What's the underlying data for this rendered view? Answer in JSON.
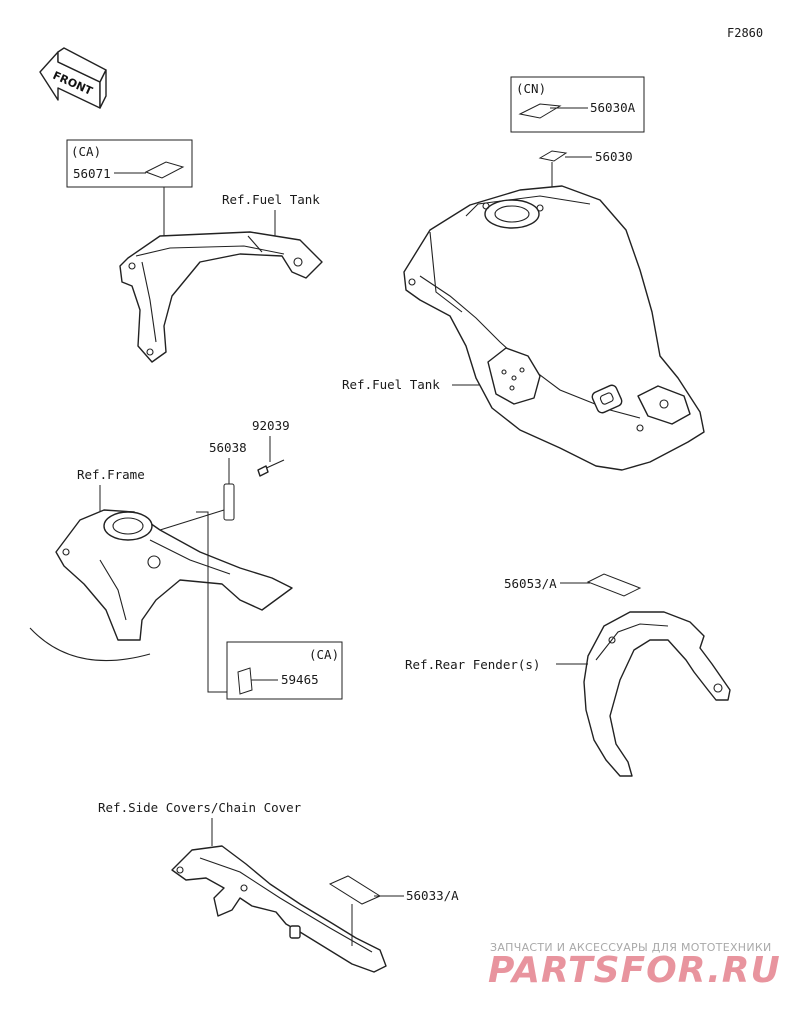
{
  "figure_code": "F2860",
  "front_arrow": {
    "text": "FRONT"
  },
  "labels": {
    "ca_top": "(CA)",
    "part_56071": "56071",
    "ref_fuel_tank_left": "Ref.Fuel Tank",
    "cn": "(CN)",
    "part_56030a": "56030A",
    "part_56030": "56030",
    "ref_fuel_tank_right": "Ref.Fuel Tank",
    "part_92039": "92039",
    "part_56038": "56038",
    "ref_frame": "Ref.Frame",
    "ca_bottom": "(CA)",
    "part_59465": "59465",
    "part_56053a": "56053/A",
    "ref_rear_fender": "Ref.Rear Fender(s)",
    "ref_side_covers": "Ref.Side Covers/Chain Cover",
    "part_56033a": "56033/A"
  },
  "watermark": {
    "tagline": "ЗАПЧАСТИ И АКСЕССУАРЫ ДЛЯ МОТОТЕХНИКИ",
    "brand": "PARTSFOR.RU"
  }
}
